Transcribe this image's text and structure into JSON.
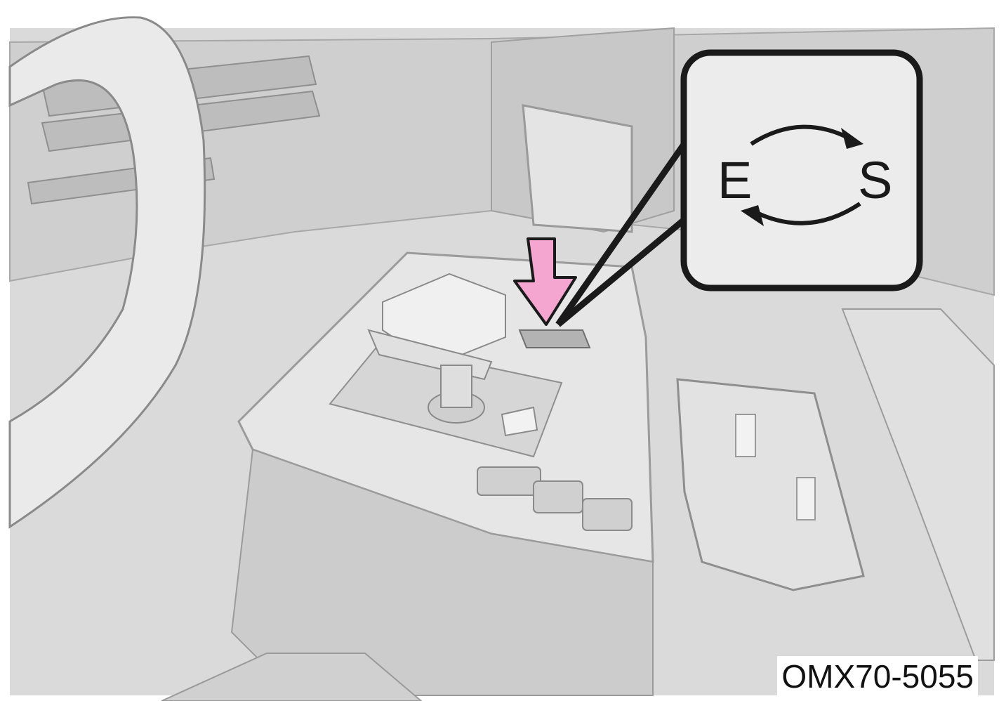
{
  "callout": {
    "mode_left": "E",
    "mode_right": "S"
  },
  "figure_code": "OMX70-5055",
  "colors": {
    "illustration_gray": "#d4d4d4",
    "outline": "#9a9a9a",
    "callout_border": "#1a1a1a",
    "pointer_arrow": "#f4a6d0",
    "background": "#ffffff"
  },
  "icons": [
    "steering-wheel-icon",
    "gear-selector-icon",
    "cycle-arrows-icon",
    "press-arrow-icon"
  ]
}
